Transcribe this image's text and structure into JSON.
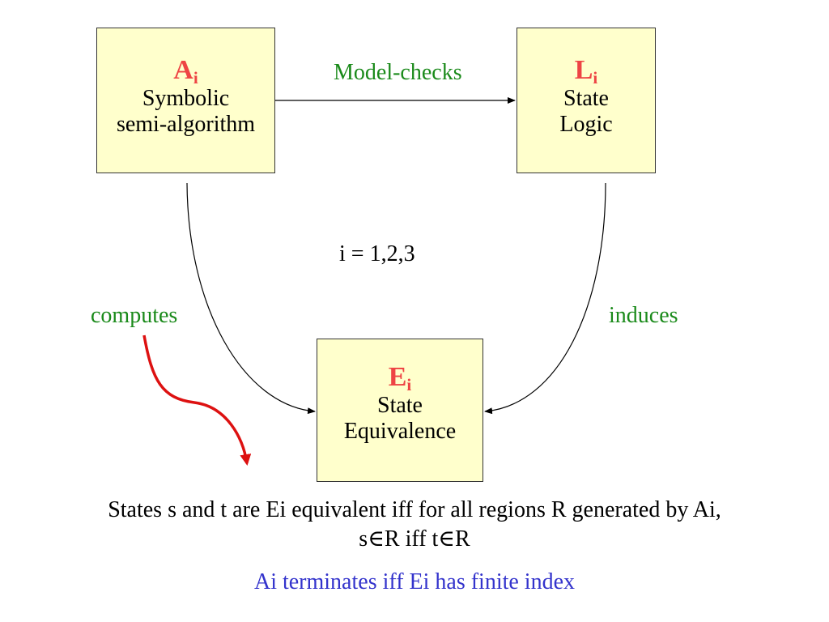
{
  "nodes": {
    "a": {
      "symbol": "A",
      "subscript": "i",
      "line1": "Symbolic",
      "line2": "semi-algorithm"
    },
    "l": {
      "symbol": "L",
      "subscript": "i",
      "line1": "State",
      "line2": "Logic"
    },
    "e": {
      "symbol": "E",
      "subscript": "i",
      "line1": "State",
      "line2": "Equivalence"
    }
  },
  "labels": {
    "model_checks": "Model-checks",
    "index_range": "i = 1,2,3",
    "computes": "computes",
    "induces": "induces"
  },
  "statement": {
    "line1": "States s and t are Ei equivalent iff for all regions R generated by Ai,",
    "line2": "s∈R iff t∈R"
  },
  "conclusion": "Ai terminates iff Ei has finite index",
  "colors": {
    "box_fill": "#ffffcc",
    "symbol": "#ee4444",
    "edge_label": "#1a8a1a",
    "conclusion": "#3333cc",
    "highlight_arrow": "#dd1111"
  }
}
